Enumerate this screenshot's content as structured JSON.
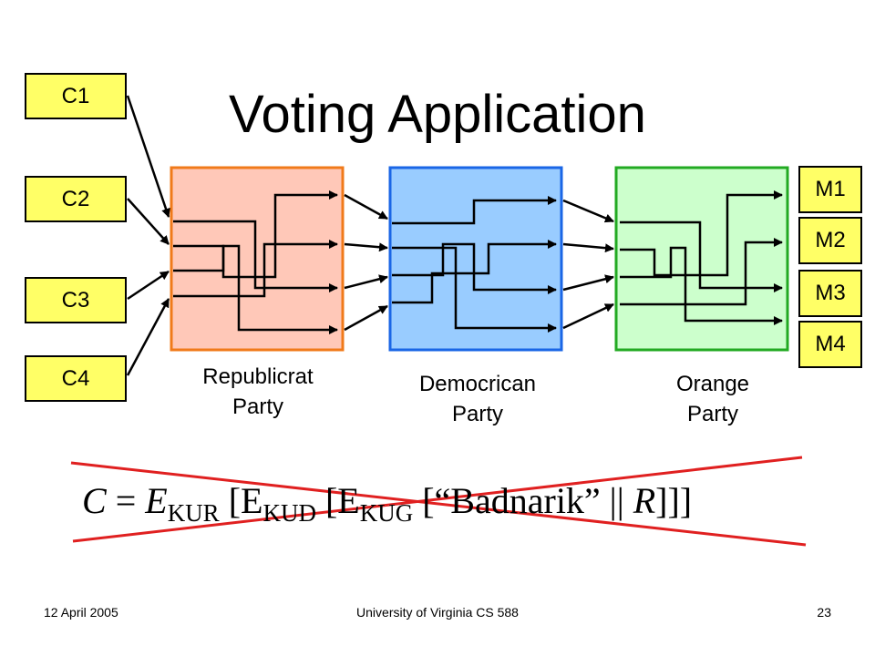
{
  "title": "Voting Application",
  "ciphertext_inputs": [
    "C1",
    "C2",
    "C3",
    "C4"
  ],
  "message_outputs": [
    "M1",
    "M2",
    "M3",
    "M4"
  ],
  "parties": [
    {
      "line1": "Republicrat",
      "line2": "Party",
      "fill": "#ffc8b8",
      "stroke": "#f07a1a"
    },
    {
      "line1": "Democrican",
      "line2": "Party",
      "fill": "#99ccff",
      "stroke": "#1a66e6"
    },
    {
      "line1": "Orange",
      "line2": "Party",
      "fill": "#ccffcc",
      "stroke": "#22aa22"
    }
  ],
  "formula": {
    "lhs": "C",
    "eq": " = ",
    "e1": "E",
    "k1": "KUR",
    "b1": " [E",
    "k2": "KUD",
    "b2": " [E",
    "k3": "KUG",
    "tail_a": " [“Badnarik” || ",
    "r": "R",
    "tail_b": "]]]",
    "strike_color": "#e02020"
  },
  "footer": {
    "date": "12 April 2005",
    "course": "University of Virginia CS 588",
    "page": "23"
  }
}
